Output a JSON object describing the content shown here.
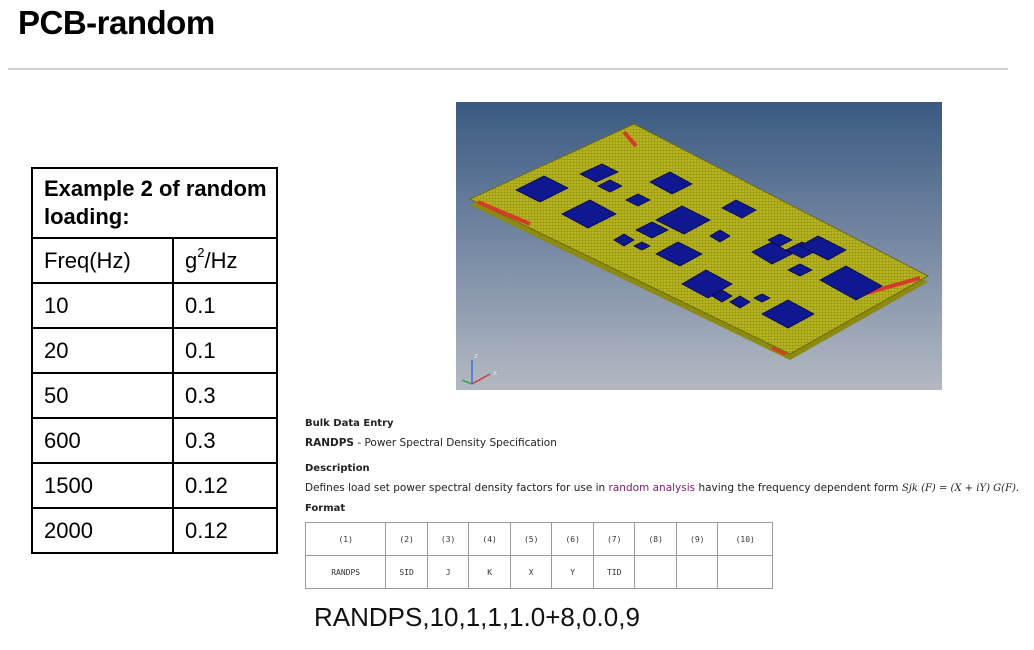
{
  "title": "PCB-random",
  "table": {
    "heading": "Example 2 of random loading:",
    "col_freq": "Freq(Hz)",
    "col_psd_base": "g",
    "col_psd_sup": "2",
    "col_psd_tail": "/Hz",
    "rows": [
      {
        "freq": "10",
        "psd": "0.1"
      },
      {
        "freq": "20",
        "psd": "0.1"
      },
      {
        "freq": "50",
        "psd": "0.3"
      },
      {
        "freq": "600",
        "psd": "0.3"
      },
      {
        "freq": "1500",
        "psd": "0.12"
      },
      {
        "freq": "2000",
        "psd": "0.12"
      }
    ]
  },
  "model_image": {
    "triad_z": "z",
    "triad_x": "x",
    "colors": {
      "board": "#b7b51d",
      "component": "#0f1891",
      "load": "#d63a2a",
      "bg_top": "#3a5a82",
      "bg_bottom": "#b3b9c2"
    }
  },
  "doc": {
    "section_bulk": "Bulk Data Entry",
    "entry_name": "RANDPS",
    "entry_desc": " - Power Spectral Density Specification",
    "section_desc": "Description",
    "desc_pre": "Defines load set power spectral density factors for use in ",
    "desc_link": "random analysis",
    "desc_post": " having the frequency dependent form ",
    "desc_formula": "Sjk (F) = (X + iY) G(F).",
    "section_format": "Format",
    "format_headers": [
      "(1)",
      "(2)",
      "(3)",
      "(4)",
      "(5)",
      "(6)",
      "(7)",
      "(8)",
      "(9)",
      "(10)"
    ],
    "format_fields": [
      "RANDPS",
      "SID",
      "J",
      "K",
      "X",
      "Y",
      "TID",
      "",
      "",
      ""
    ]
  },
  "command": "RANDPS,10,1,1,1.0+8,0.0,9"
}
